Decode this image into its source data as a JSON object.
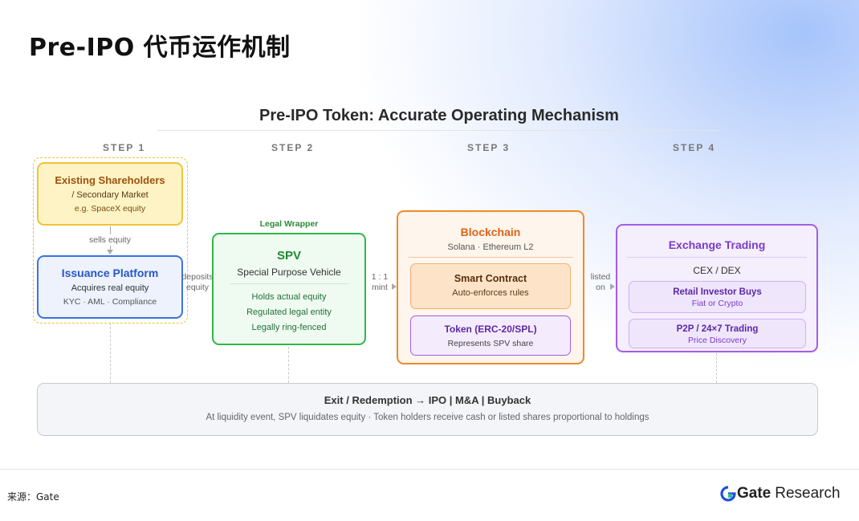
{
  "page_title": "Pre-IPO 代币运作机制",
  "diagram_title": "Pre-IPO Token: Accurate Operating Mechanism",
  "steps": [
    "STEP 1",
    "STEP 2",
    "STEP 3",
    "STEP 4"
  ],
  "step1": {
    "shareholders": {
      "title": "Existing Shareholders",
      "line1": "/ Secondary Market",
      "line2": "e.g. SpaceX equity"
    },
    "arrow_label": "sells equity",
    "issuance": {
      "title": "Issuance Platform",
      "line1": "Acquires real equity",
      "line2": "KYC · AML · Compliance"
    }
  },
  "link1": {
    "line1": "deposits",
    "line2": "equity"
  },
  "step2": {
    "wrapper_label": "Legal Wrapper",
    "title": "SPV",
    "subtitle": "Special Purpose Vehicle",
    "items": [
      "Holds actual equity",
      "Regulated legal entity",
      "Legally ring-fenced"
    ]
  },
  "link2": {
    "line1": "1 : 1",
    "line2": "mint"
  },
  "step3": {
    "title": "Blockchain",
    "subtitle": "Solana · Ethereum L2",
    "contract": {
      "title": "Smart Contract",
      "subtitle": "Auto-enforces rules"
    },
    "token": {
      "title": "Token (ERC-20/SPL)",
      "subtitle": "Represents SPV share"
    }
  },
  "link3": {
    "line1": "listed",
    "line2": "on"
  },
  "step4": {
    "title": "Exchange Trading",
    "subtitle": "CEX / DEX",
    "retail": {
      "title": "Retail Investor Buys",
      "subtitle": "Fiat or Crypto"
    },
    "p2p": {
      "title": "P2P / 24×7 Trading",
      "subtitle": "Price Discovery"
    }
  },
  "exit": {
    "title": "Exit / Redemption → IPO | M&A | Buyback",
    "subtitle": "At liquidity event, SPV liquidates equity · Token holders receive cash or listed shares proportional to holdings"
  },
  "source": "来源：Gate",
  "brand": {
    "name": "Gate",
    "suffix": "Research"
  },
  "colors": {
    "step1_yellow": "#f0c23a",
    "issuance_blue": "#3a74e0",
    "spv_green": "#2fb84a",
    "blockchain_orange": "#ee8a2a",
    "exchange_purple": "#a45de6"
  },
  "icons": [
    "arrow-right-icon",
    "arrow-down-icon",
    "gate-logo-icon"
  ]
}
